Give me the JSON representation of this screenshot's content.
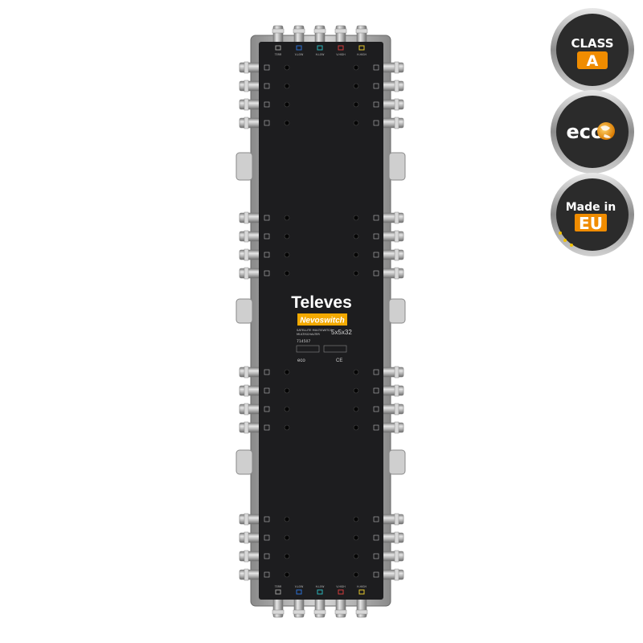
{
  "product": {
    "brand": "Televes",
    "line": "Nevoswitch",
    "model_config": "5x5x32",
    "description_line1": "SATELLITE MULTISWITCH",
    "description_line2": "MULTISCHALTER",
    "ref": "714507",
    "eco_mark": "eco",
    "ce_mark": "CE",
    "ports_per_side": 16,
    "output_count": 32,
    "input_labels": [
      "TERR",
      "V-LOW",
      "H-LOW",
      "V-HIGH",
      "H-HIGH"
    ],
    "input_colors": [
      "#9a9a9a",
      "#2c6fd1",
      "#2cb3b8",
      "#d33b3b",
      "#e5c72d"
    ]
  },
  "badges": {
    "class_line1": "CLASS",
    "class_line2": "A",
    "eco": "eco",
    "made_line1": "Made in",
    "made_line2": "EU"
  },
  "colors": {
    "panel": "#1d1d1f",
    "brand_yellow": "#f2a900",
    "badge_orange": "#f08c00",
    "badge_dark": "#2b2b2b"
  }
}
